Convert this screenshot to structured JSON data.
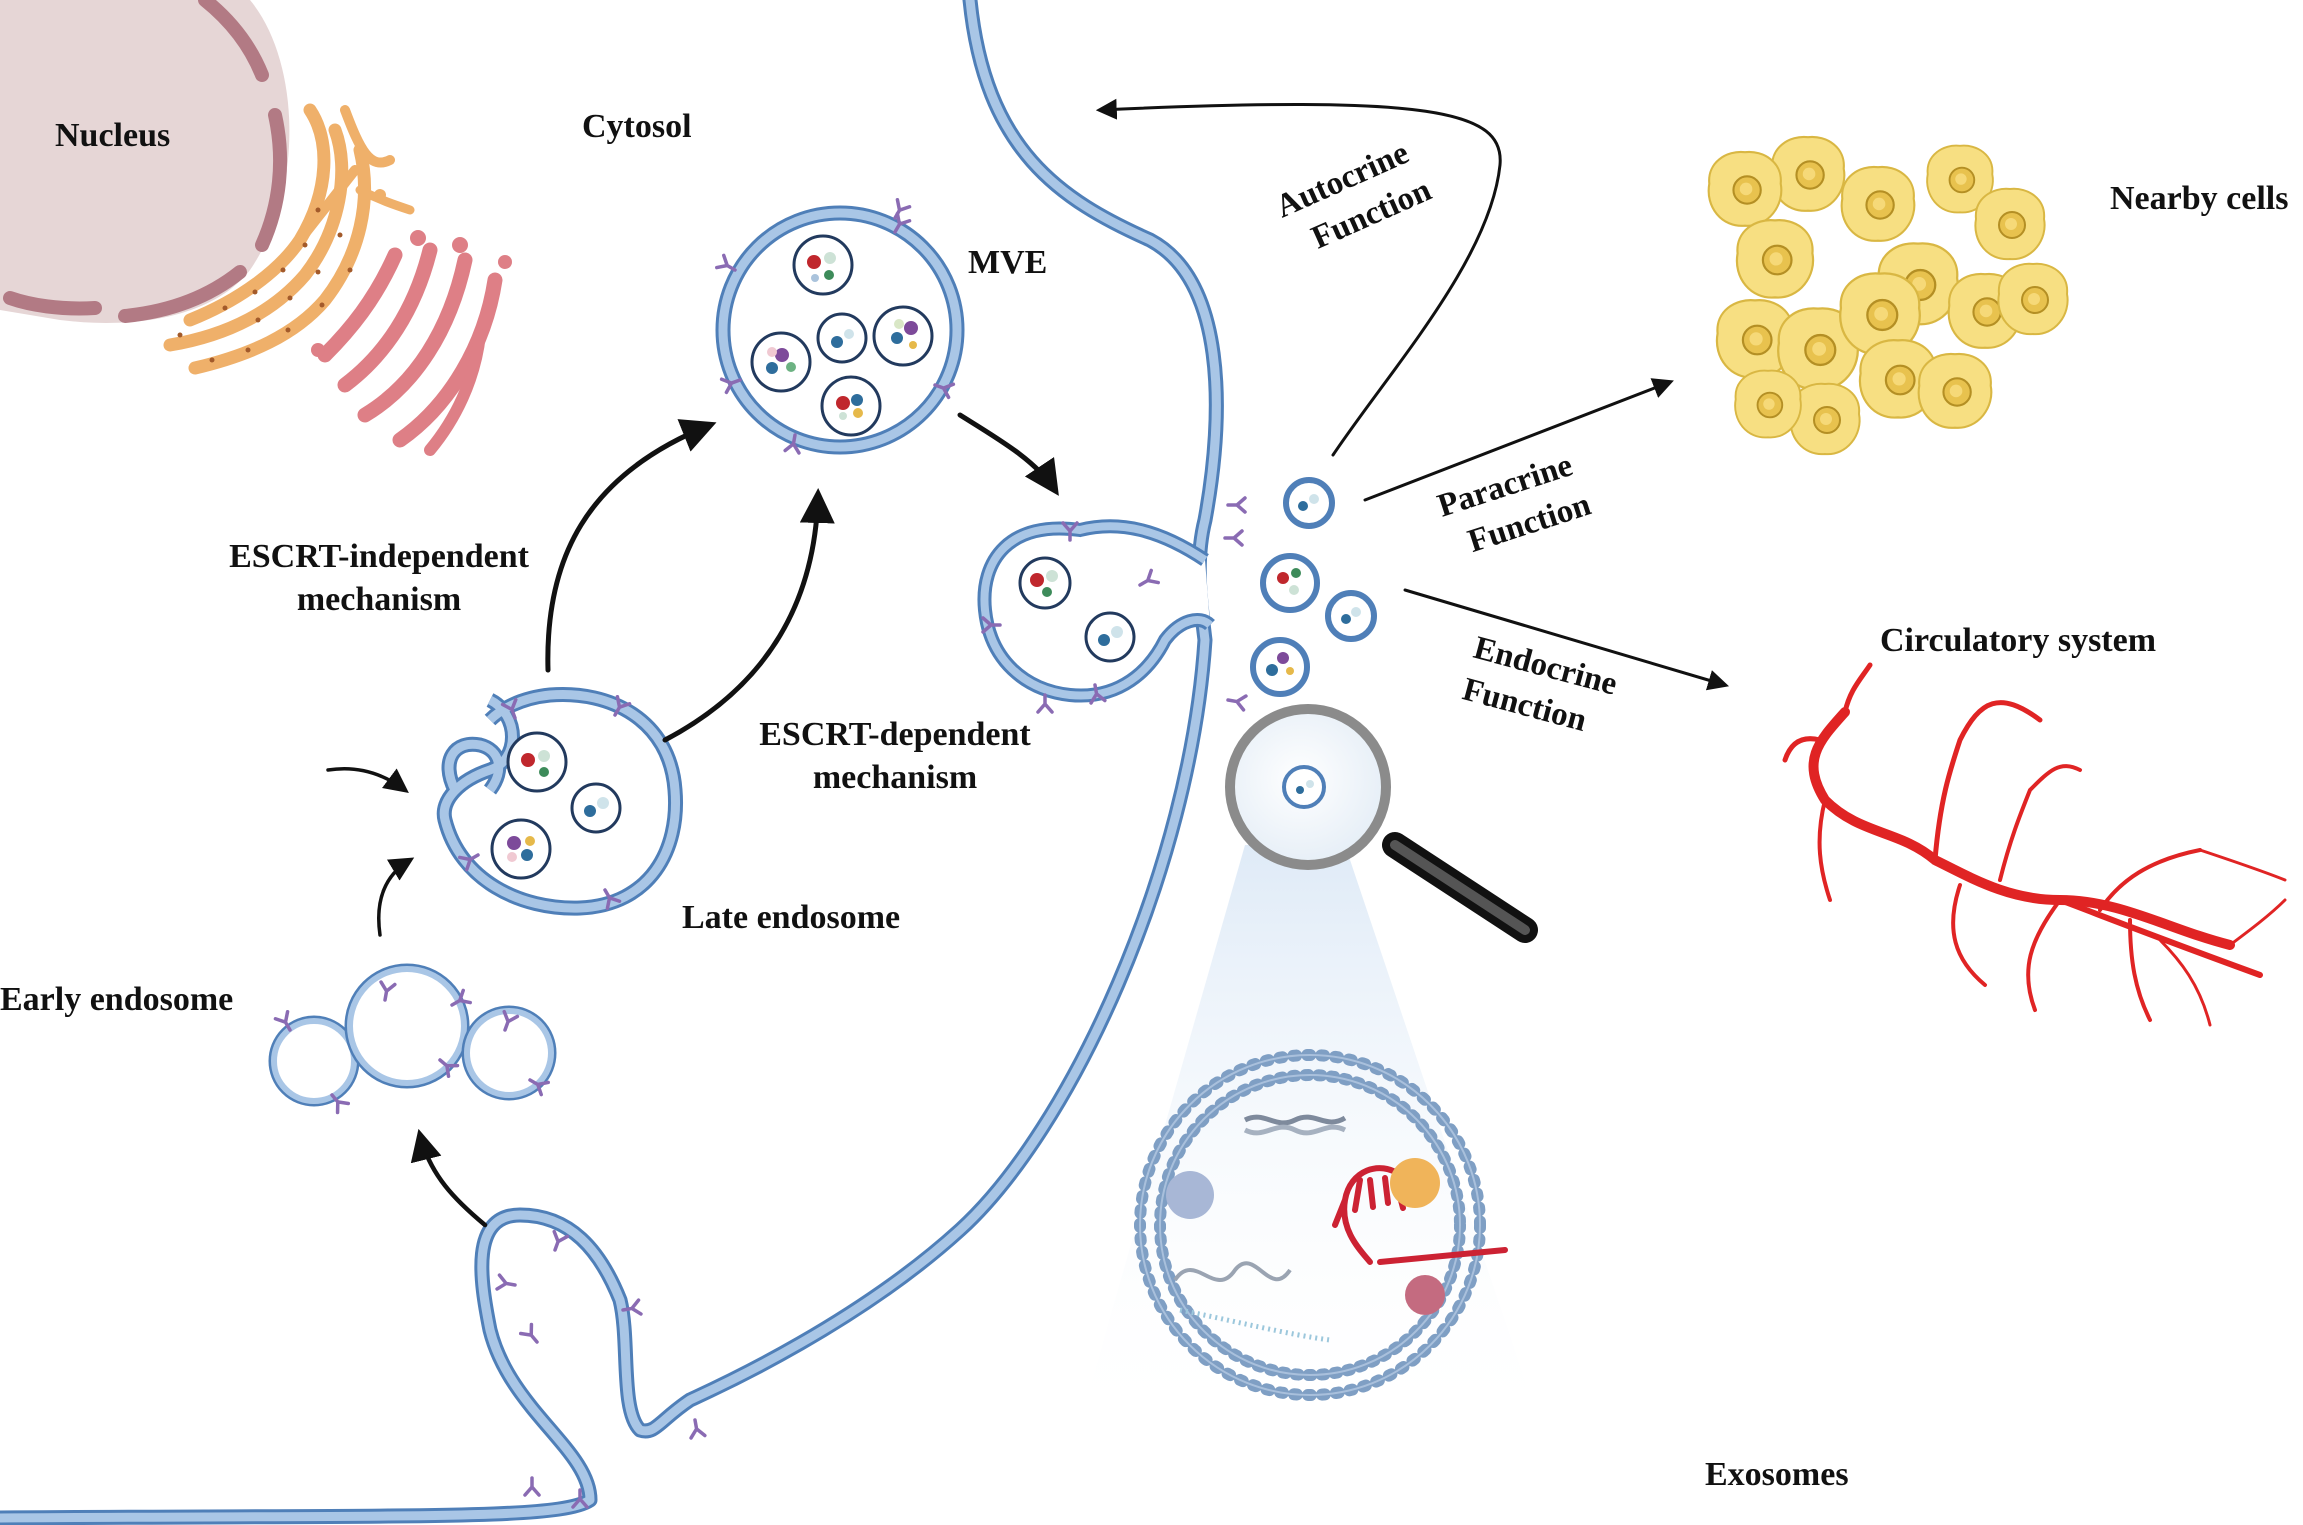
{
  "labels": {
    "nucleus": "Nucleus",
    "cytosol": "Cytosol",
    "mve": "MVE",
    "escrt_independent_1": "ESCRT-independent",
    "escrt_independent_2": "mechanism",
    "escrt_dependent_1": "ESCRT-dependent",
    "escrt_dependent_2": "mechanism",
    "late_endosome": "Late endosome",
    "early_endosome": "Early endosome",
    "autocrine_1": "Autocrine",
    "autocrine_2": "Function",
    "paracrine_1": "Paracrine",
    "paracrine_2": "Function",
    "endocrine_1": "Endocrine",
    "endocrine_2": "Function",
    "nearby_cells": "Nearby cells",
    "circulatory_system": "Circulatory system",
    "exosomes": "Exosomes"
  },
  "colors": {
    "membrane": "#a9c6e6",
    "membrane_edge": "#4f7fb8",
    "receptor": "#8a6bb3",
    "nucleus": "#e6d6d6",
    "nucleus_envelope": "#b27a84",
    "er": "#efb06a",
    "golgi": "#de7f86",
    "blood_vessel": "#e02424",
    "nearby_cells": "#f7df82",
    "arrow": "#111111"
  }
}
